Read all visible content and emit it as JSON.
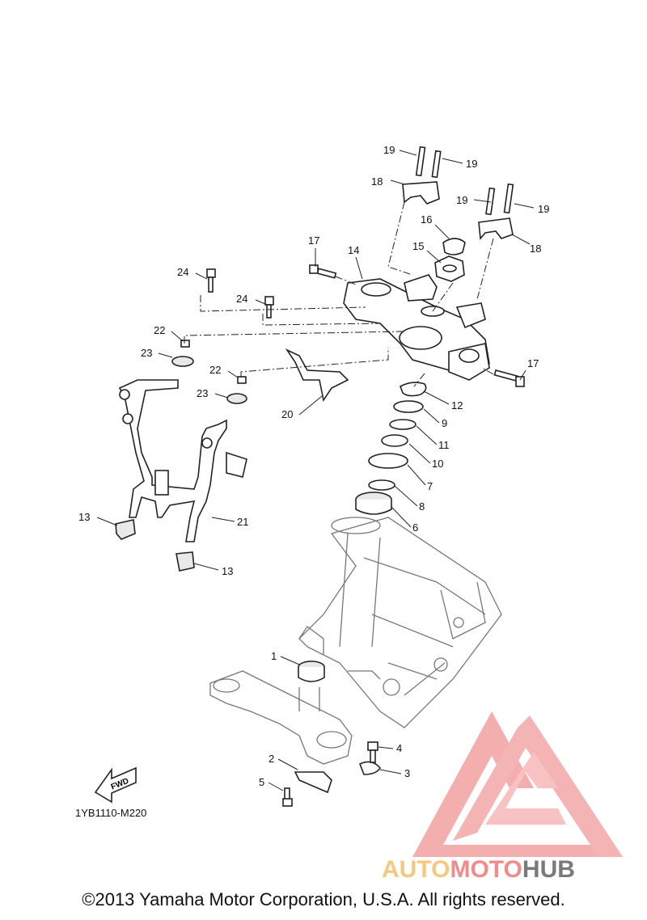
{
  "diagram_code": "1YB1110-M220",
  "fwd_label": "FWD",
  "copyright": "©2013 Yamaha Motor Corporation, U.S.A. All rights reserved.",
  "watermark": {
    "word_a": "AUTO",
    "word_b": "MOTO",
    "word_c": "HUB",
    "color_a": "#f5c882",
    "color_b": "#f28b8b",
    "color_c": "#7a7a7a"
  },
  "callouts": [
    "1",
    "2",
    "3",
    "4",
    "5",
    "6",
    "7",
    "8",
    "9",
    "10",
    "11",
    "12",
    "13",
    "13",
    "14",
    "15",
    "16",
    "17",
    "17",
    "18",
    "18",
    "19",
    "19",
    "19",
    "19",
    "20",
    "21",
    "22",
    "22",
    "23",
    "23",
    "24",
    "24"
  ]
}
